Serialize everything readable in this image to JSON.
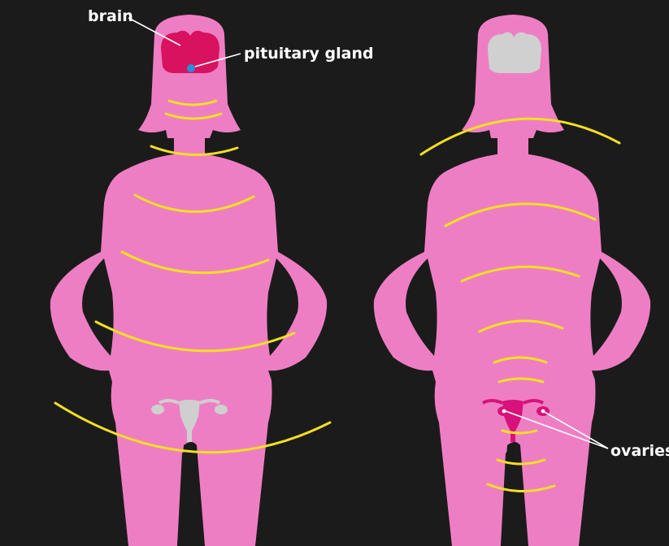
{
  "labels": {
    "brain": "brain",
    "pituitary": "pituitary gland",
    "ovaries": "ovaries"
  },
  "colors": {
    "background": "#1c1b1b",
    "body": "#ee7ec4",
    "brain_active": "#d8125e",
    "brain_inactive": "#d0d0d0",
    "pituitary": "#2a8fd8",
    "reproductive_inactive": "#cfcfcf",
    "reproductive_active": "#d8127a",
    "signal_waves": "#f2e021",
    "label_text": "#ffffff"
  }
}
